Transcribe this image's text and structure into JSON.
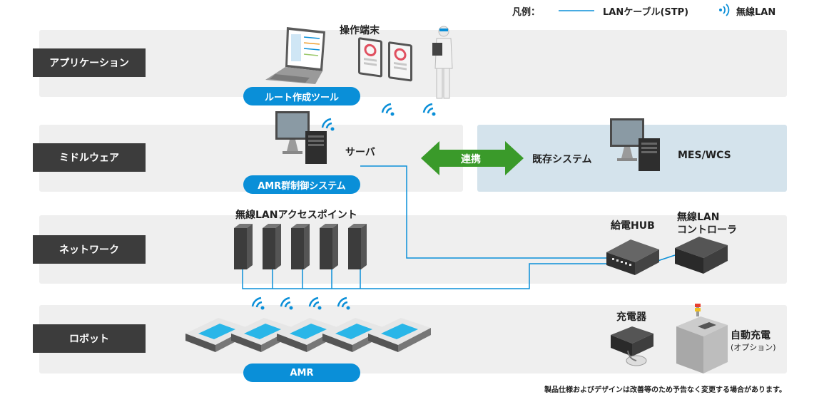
{
  "legend": {
    "title": "凡例：",
    "lan_cable": "LANケーブル(STP)",
    "wireless": "無線LAN",
    "colors": {
      "cable": "#0a8fd8",
      "link": "#3a9a2a",
      "pill": "#0a8fd8"
    }
  },
  "layers": {
    "application": "アプリケーション",
    "middleware": "ミドルウェア",
    "network": "ネットワーク",
    "robot": "ロボット"
  },
  "labels": {
    "terminal": "操作端末",
    "route_tool": "ルート作成ツール",
    "server": "サーバ",
    "amr_system": "AMR群制御システム",
    "link": "連携",
    "existing": "既存システム",
    "mes": "MES/WCS",
    "access_points": "無線LANアクセスポイント",
    "hub": "給電HUB",
    "controller_1": "無線LAN",
    "controller_2": "コントローラ",
    "amr": "AMR",
    "charger": "充電器",
    "auto_charge": "自動充電",
    "option": "(オプション)"
  },
  "note": "製品仕様およびデザインは改善等のため予告なく変更する場合があります。",
  "icons": [
    "laptop-icon",
    "tablet-icon",
    "worker-icon",
    "wifi-icon",
    "server-icon",
    "arrow-icon",
    "access-point-icon",
    "hub-icon",
    "controller-icon",
    "amr-robot-icon",
    "charger-icon",
    "auto-charger-icon"
  ]
}
